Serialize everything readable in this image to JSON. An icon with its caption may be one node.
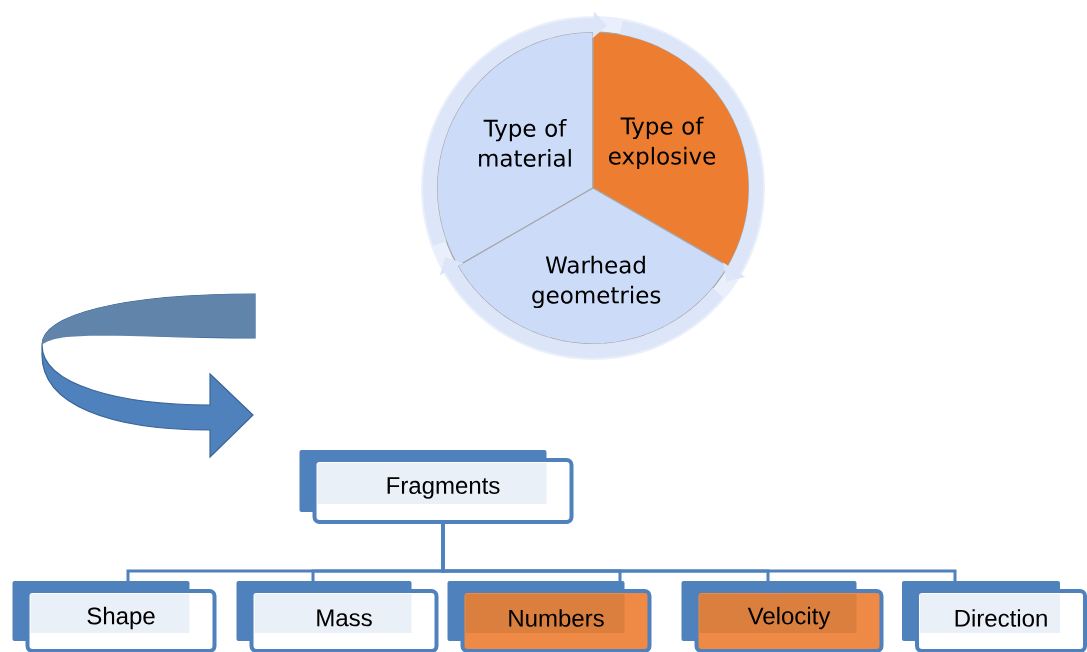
{
  "diagram": {
    "nodes": [
      {
        "text": [
          "Type of material"
        ]
      },
      {
        "text": [
          "Type of explosive"
        ]
      },
      {
        "text": [
          "Warhead geometries"
        ]
      },
      {
        "text": [
          "Fragments"
        ]
      },
      {
        "text": [
          "Shape"
        ]
      },
      {
        "text": [
          "Mass"
        ]
      },
      {
        "text": [
          "Numbers"
        ]
      },
      {
        "text": [
          "Velocity"
        ]
      },
      {
        "text": [
          "Direction"
        ]
      }
    ],
    "edges": [
      {
        "from": 0,
        "to": 1,
        "arrow": "to",
        "style": "thick",
        "color": "#dce6f8"
      },
      {
        "from": 1,
        "to": 2,
        "arrow": "to",
        "style": "thick",
        "color": "#dce6f8"
      },
      {
        "from": 2,
        "to": 0,
        "arrow": "to",
        "style": "thick",
        "color": "#dce6f8"
      },
      {
        "from": 3,
        "to": 4,
        "arrow": "none"
      },
      {
        "from": 3,
        "to": 5,
        "arrow": "none"
      },
      {
        "from": 3,
        "to": 6,
        "arrow": "none"
      },
      {
        "from": 3,
        "to": 7,
        "arrow": "none"
      },
      {
        "from": 3,
        "to": 8,
        "arrow": "none"
      }
    ]
  }
}
